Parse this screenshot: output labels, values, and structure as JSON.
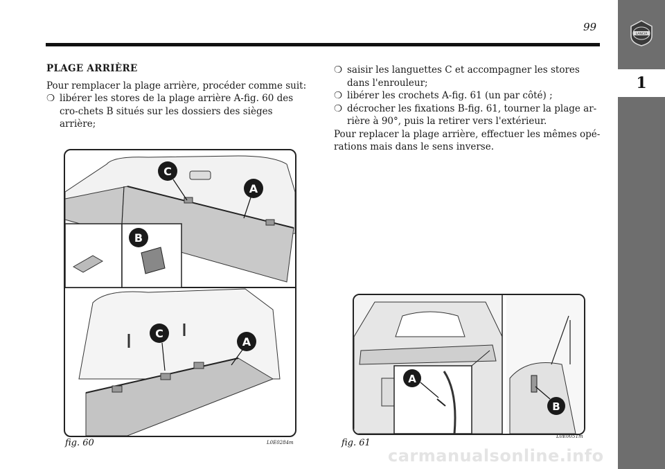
{
  "page": {
    "number": "99",
    "chapter": "1"
  },
  "left": {
    "heading": "PLAGE ARRIÈRE",
    "intro": "Pour remplacer la plage arrière, procéder comme suit:",
    "bullets": [
      "libérer les stores de la plage arrière A-fig. 60 des cro-chets B situés sur les dossiers des sièges arrière;"
    ]
  },
  "right": {
    "bullets": [
      "saisir les languettes C et accompagner les stores dans l'enrouleur;",
      "libérer les crochets A-fig. 61 (un par côté) ;",
      "décrocher les fixations B-fig. 61, tourner la plage ar-rière à 90°, puis la retirer vers l'extérieur."
    ],
    "outro": "Pour replacer la plage arrière, effectuer les mêmes opé-rations mais dans le sens inverse."
  },
  "figures": [
    {
      "caption": "fig. 60",
      "code": "L0E0284m",
      "labels": [
        "C",
        "A",
        "B",
        "C",
        "A"
      ]
    },
    {
      "caption": "fig. 61",
      "code": "L0E0051m",
      "labels": [
        "A",
        "B"
      ]
    }
  ],
  "bullet_symbol": "❍",
  "watermark": "carmanualsonline.info"
}
